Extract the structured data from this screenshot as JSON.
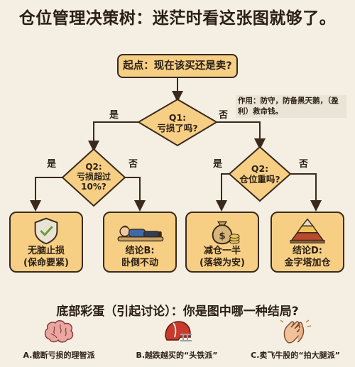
{
  "title": "仓位管理决策树：迷茫时看这张图就够了。",
  "start": "起点：现在该买还是卖?",
  "note": "作用：防守，防备黑天鹅，（盈利）救命钱。",
  "q1": {
    "line1": "Q1:",
    "line2": "亏损了吗?"
  },
  "q2_left": {
    "line1": "Q2:",
    "line2": "亏损超过",
    "line3": "10%?"
  },
  "q2_right": {
    "line1": "Q2:",
    "line2": "仓位重吗?"
  },
  "labels": {
    "yes": "是",
    "no": "否"
  },
  "outcomes": [
    {
      "line1": "无脑止损",
      "line2": "(保命要紧)",
      "icon": "shield-check-icon"
    },
    {
      "line1": "结论B:",
      "line2": "卧倒不动",
      "icon": "lying-person-icon"
    },
    {
      "line1": "减仓一半",
      "line2": "(落袋为安)",
      "icon": "money-bag-icon"
    },
    {
      "line1": "结论D:",
      "line2": "金字塔加仓",
      "icon": "pyramid-icon"
    }
  ],
  "bottom_title": "底部彩蛋（引起讨论）：你是图中哪一种结局?",
  "endings": [
    {
      "text": "A.截断亏损的理智派",
      "icon": "brain-icon"
    },
    {
      "text": "B.越跌越买的“头铁派”",
      "icon": "helmet-icon"
    },
    {
      "text": "C.卖飞牛股的“拍大腿派”",
      "icon": "clapping-hands-icon"
    }
  ]
}
